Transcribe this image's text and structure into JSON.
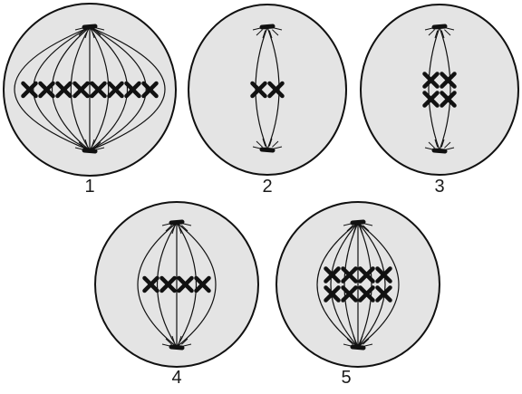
{
  "figure": {
    "background_color": "#ffffff",
    "cell_fill": "#e4e4e4",
    "stroke_color": "#111111",
    "cells": [
      {
        "id": "1",
        "label": "1",
        "chromosome_rows": [
          8
        ],
        "spindle_fibers": 9
      },
      {
        "id": "2",
        "label": "2",
        "chromosome_rows": [
          2
        ],
        "spindle_fibers": 2
      },
      {
        "id": "3",
        "label": "3",
        "chromosome_rows": [
          2,
          2
        ],
        "spindle_fibers": 2
      },
      {
        "id": "4",
        "label": "4",
        "chromosome_rows": [
          4
        ],
        "spindle_fibers": 5
      },
      {
        "id": "5",
        "label": "5",
        "chromosome_rows": [
          4,
          4
        ],
        "spindle_fibers": 7
      }
    ]
  }
}
